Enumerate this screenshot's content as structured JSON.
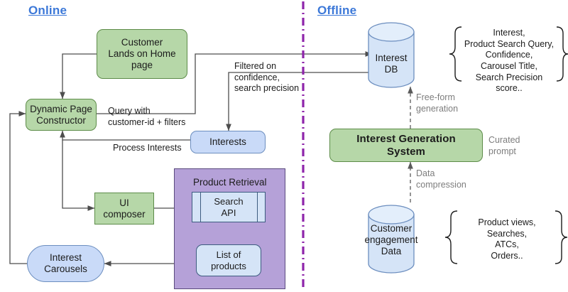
{
  "diagram": {
    "title": "Online / Offline interest carousel architecture",
    "colors": {
      "green_fill": "#b6d7a8",
      "blue_fill": "#c9daf8",
      "blue_light_fill": "#d5e4f7",
      "purple_fill": "#b5a1d8",
      "divider": "#8e24aa",
      "heading": "#3c78d8",
      "grey_text": "#7d7d7d",
      "edge": "#4d4d4d"
    },
    "sections": {
      "online": "Online",
      "offline": "Offline"
    },
    "nodes": {
      "customer_lands": "Customer\nLands on Home\npage",
      "dynamic_page_constructor": "Dynamic Page\nConstructor",
      "interests": "Interests",
      "ui_composer": "UI\ncomposer",
      "product_retrieval_title": "Product Retrieval",
      "search_api": "Search\nAPI",
      "list_of_products": "List of\nproducts",
      "interest_carousels": "Interest\nCarousels",
      "interest_db": "Interest DB",
      "interest_generation_system": "Interest Generation\nSystem",
      "customer_engagement_data": "Customer\nengagement\nData"
    },
    "edge_labels": {
      "query_with": "Query with\ncustomer-id + filters",
      "filtered_on": "Filtered on\nconfidence,\nsearch precision",
      "process_interests": "Process Interests",
      "free_form_generation": "Free-form\ngeneration",
      "data_compression": "Data\ncompression",
      "curated_prompt": "Curated\nprompt"
    },
    "brace_lists": {
      "interest_db_fields": "Interest,\nProduct Search Query,\nConfidence,\nCarousel Title,\nSearch Precision score..",
      "engagement_fields": "Product views,\nSearches,\nATCs,\nOrders.."
    }
  }
}
